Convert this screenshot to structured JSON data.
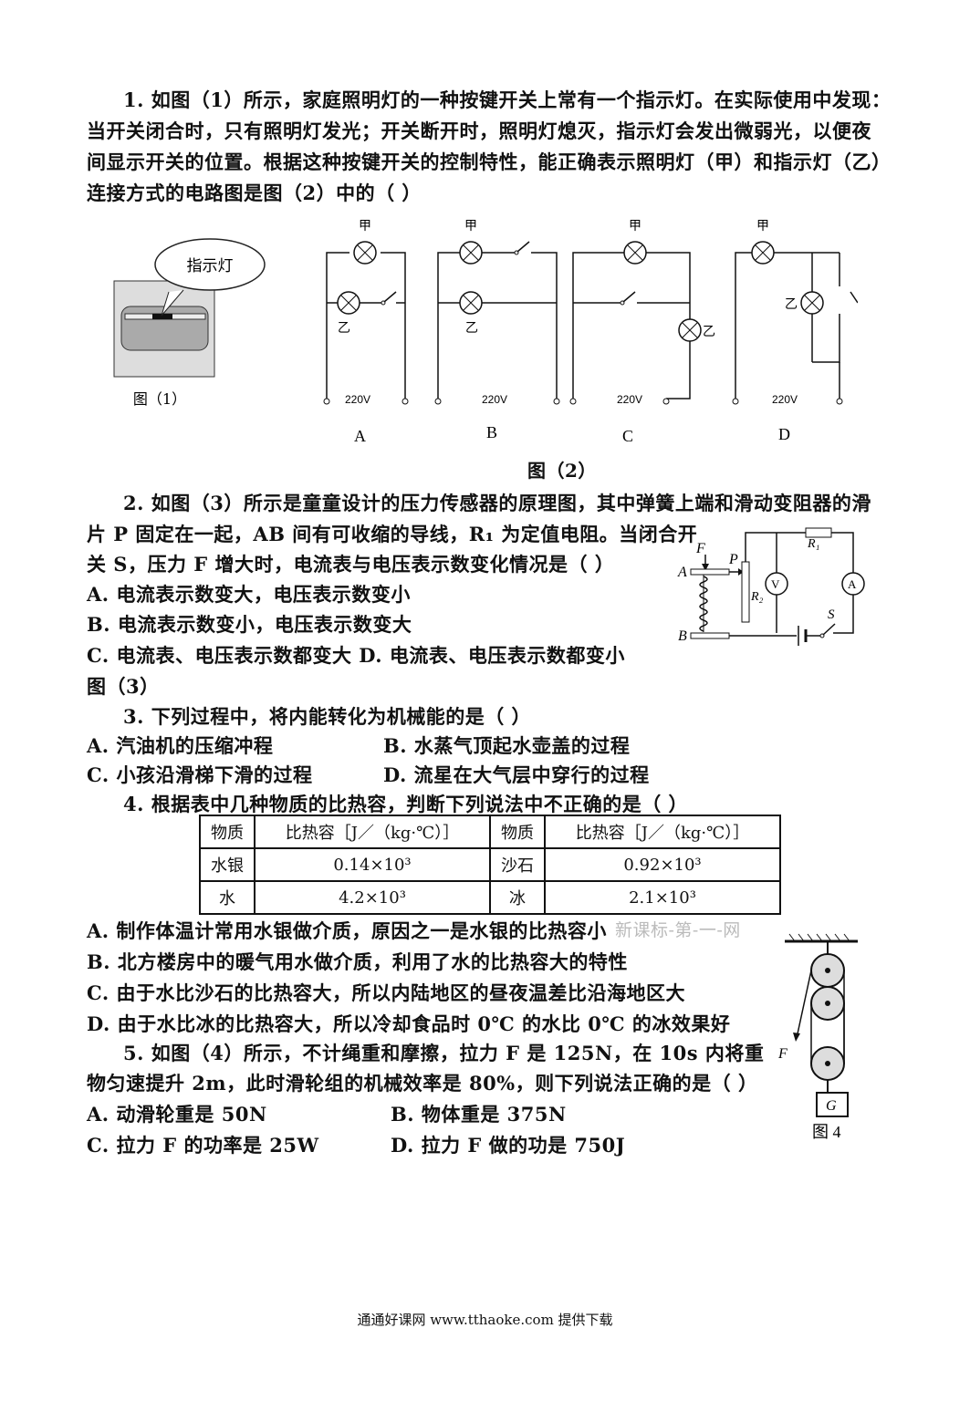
{
  "q1": {
    "lines": [
      "1.    如图（1）所示，家庭照明灯的一种按键开关上常有一个指示灯。在实际使用中发现：",
      "当开关闭合时，只有照明灯发光；开关断开时，照明灯熄灭，指示灯会发出微弱光，以便夜",
      "间显示开关的位置。根据这种按键开关的控制特性，能正确表示照明灯（甲）和指示灯（乙）",
      "连接方式的电路图是图（2）中的（    ）"
    ],
    "fig1_bubble": "指示灯",
    "fig1_caption": "图（1）",
    "lamp_jia": "甲",
    "lamp_yi": "乙",
    "voltage": "220V",
    "options": [
      "A",
      "B",
      "C",
      "D"
    ],
    "fig2_caption": "图（2）"
  },
  "q2": {
    "lines": [
      "2.    如图（3）所示是童童设计的压力传感器的原理图，其中弹簧上端和滑动变阻器的滑",
      "片 P 固定在一起，AB 间有可收缩的导线，R₁ 为定值电阻。当闭合开",
      "关 S，压力 F 增大时，电流表与电压表示数变化情况是（    ）"
    ],
    "options": [
      "A. 电流表示数变大，电压表示数变小",
      "B. 电流表示数变小，电压表示数变大",
      "C. 电流表、电压表示数都变大 D. 电流表、电压表示数都变小"
    ],
    "fig_caption": "图（3）",
    "labels": {
      "F": "F",
      "P": "P",
      "A": "A",
      "B": "B",
      "R1": "R₁",
      "R2": "R₂",
      "V": "V",
      "Am": "A",
      "S": "S"
    }
  },
  "q3": {
    "line": "3.    下列过程中，将内能转化为机械能的是（    ）",
    "options": [
      "A. 汽油机的压缩冲程",
      "B. 水蒸气顶起水壶盖的过程",
      "C. 小孩沿滑梯下滑的过程",
      "D. 流星在大气层中穿行的过程"
    ]
  },
  "q4": {
    "line": "4.    根据表中几种物质的比热容，判断下列说法中不正确的是（    ）",
    "table": {
      "header": [
        "物质",
        "比热容［J／（kg·℃）］",
        "物质",
        "比热容［J／（kg·℃）］"
      ],
      "rows": [
        [
          "水银",
          "0.14×10³",
          "沙石",
          "0.92×10³"
        ],
        [
          "水",
          "4.2×10³",
          "冰",
          "2.1×10³"
        ]
      ]
    },
    "options": [
      "A. 制作体温计常用水银做介质，原因之一是水银的比热容小",
      "B. 北方楼房中的暖气用水做介质，利用了水的比热容大的特性",
      "C. 由于水比沙石的比热容大，所以内陆地区的昼夜温差比沿海地区大",
      "D. 由于水比冰的比热容大，所以冷却食品时 0℃ 的水比 0℃ 的冰效果好"
    ],
    "watermark": "新课标-第-一-网"
  },
  "q5": {
    "lines": [
      "5.    如图（4）所示，不计绳重和摩擦，拉力 F 是 125N，在 10s 内将重",
      "物匀速提升 2m，此时滑轮组的机械效率是 80%，则下列说法正确的是（    ）"
    ],
    "options": [
      "A. 动滑轮重是 50N",
      "B. 物体重是 375N",
      "C. 拉力 F 的功率是 25W",
      "D. 拉力 F 做的功是 750J"
    ],
    "fig_caption": "图 4",
    "labels": {
      "F": "F",
      "G": "G"
    }
  },
  "footer": "通通好课网  www.tthaoke.com  提供下载"
}
